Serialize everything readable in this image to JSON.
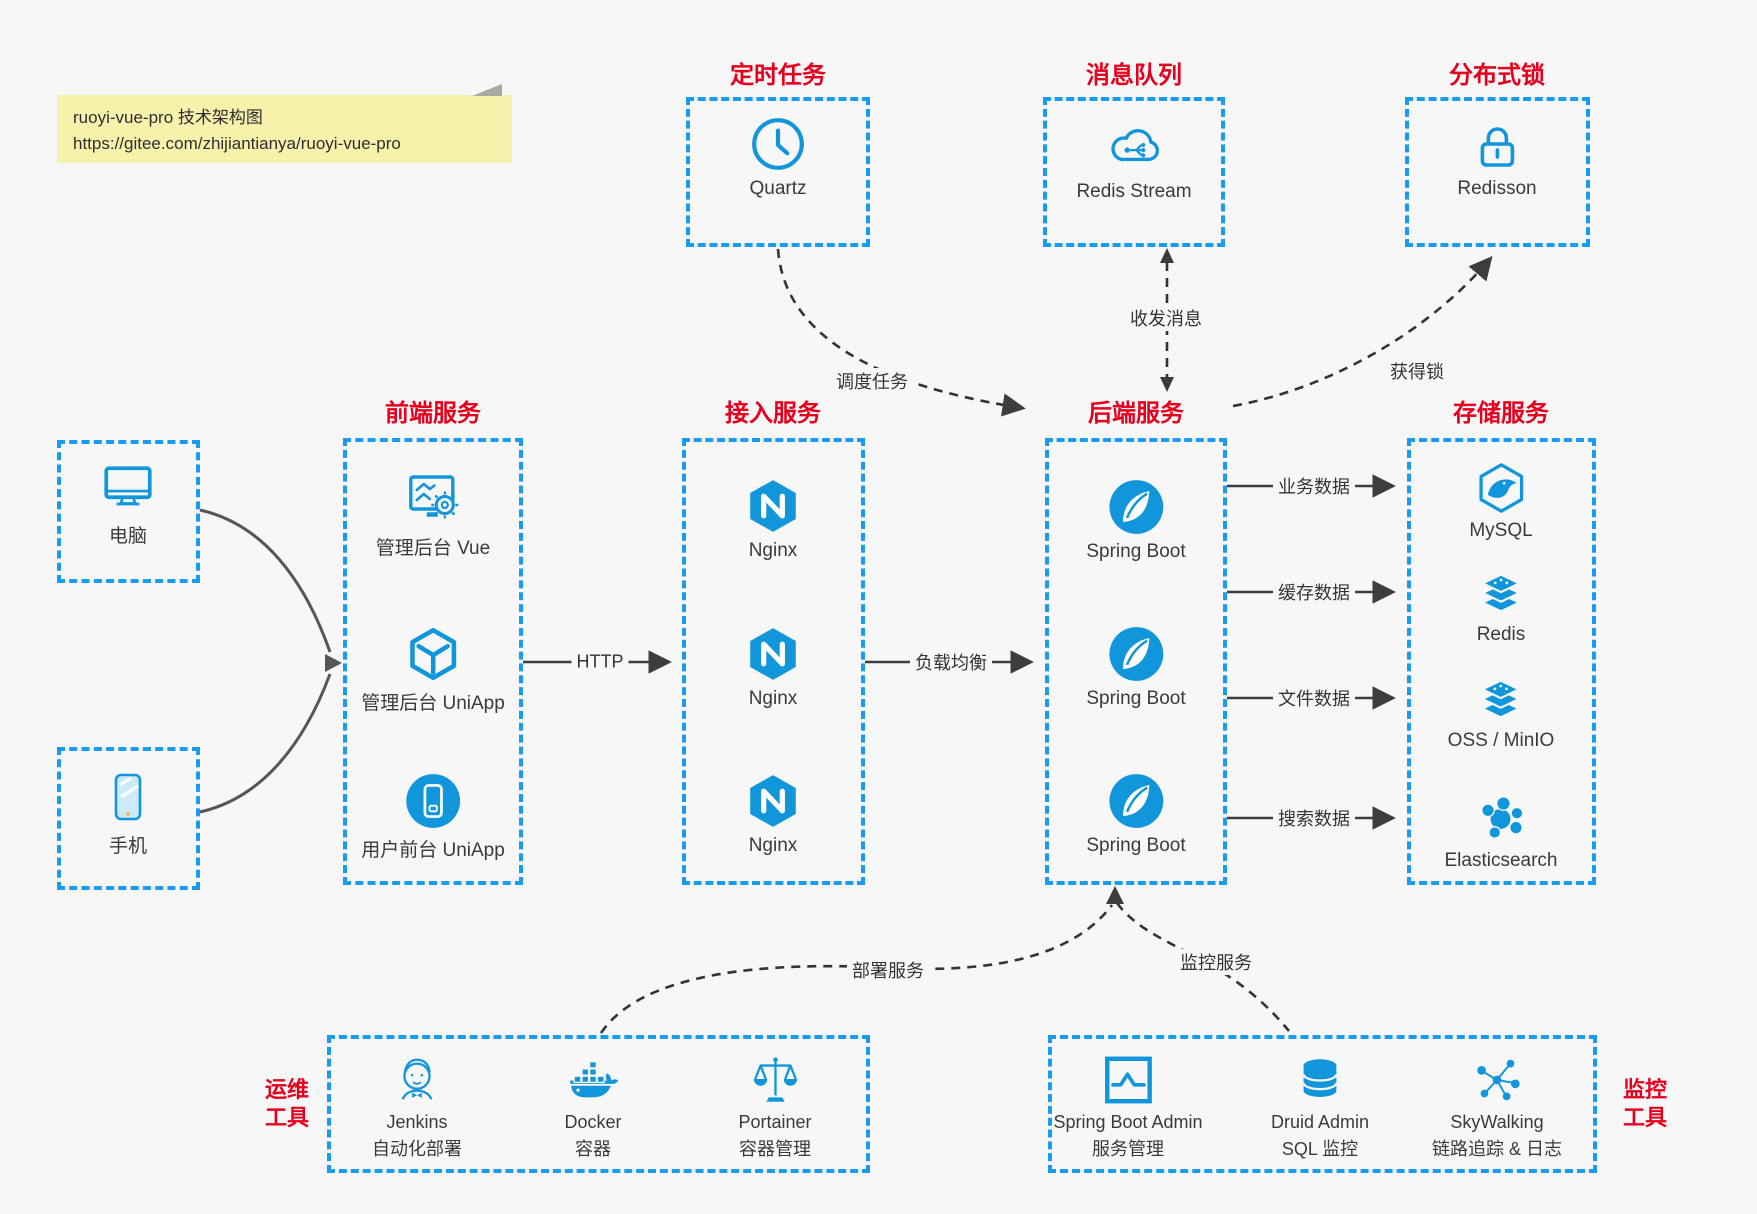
{
  "colors": {
    "box_border_blue": "#189bf2",
    "icon_blue": "#1296db",
    "title_red": "#e6001e",
    "background": "#f7f7f7",
    "note_yellow": "#f8f1ac",
    "arrow_dark": "#3d3d3d"
  },
  "note": {
    "line1": "ruoyi-vue-pro 技术架构图",
    "line2": "https://gitee.com/zhijiantianya/ruoyi-vue-pro"
  },
  "top": {
    "scheduler": {
      "title": "定时任务",
      "label": "Quartz"
    },
    "mq": {
      "title": "消息队列",
      "label": "Redis Stream"
    },
    "lock": {
      "title": "分布式锁",
      "label": "Redisson"
    }
  },
  "clients": {
    "pc": {
      "label": "电脑"
    },
    "mobile": {
      "label": "手机"
    }
  },
  "frontend": {
    "title": "前端服务",
    "items": [
      {
        "label": "管理后台 Vue"
      },
      {
        "label": "管理后台 UniApp"
      },
      {
        "label": "用户前台 UniApp"
      }
    ]
  },
  "gateway": {
    "title": "接入服务",
    "items": [
      {
        "label": "Nginx"
      },
      {
        "label": "Nginx"
      },
      {
        "label": "Nginx"
      }
    ]
  },
  "backend": {
    "title": "后端服务",
    "items": [
      {
        "label": "Spring Boot"
      },
      {
        "label": "Spring Boot"
      },
      {
        "label": "Spring Boot"
      }
    ]
  },
  "storage": {
    "title": "存储服务",
    "items": [
      {
        "label": "MySQL"
      },
      {
        "label": "Redis"
      },
      {
        "label": "OSS / MinIO"
      },
      {
        "label": "Elasticsearch"
      }
    ]
  },
  "edges": {
    "http": "HTTP",
    "load_balance": "负载均衡",
    "schedule": "调度任务",
    "message": "收发消息",
    "lock": "获得锁",
    "business": "业务数据",
    "cache": "缓存数据",
    "file": "文件数据",
    "search": "搜索数据",
    "deploy": "部署服务",
    "monitor": "监控服务"
  },
  "ops": {
    "title_line1": "运维",
    "title_line2": "工具",
    "items": [
      {
        "label": "Jenkins",
        "sub": "自动化部署"
      },
      {
        "label": "Docker",
        "sub": "容器"
      },
      {
        "label": "Portainer",
        "sub": "容器管理"
      }
    ]
  },
  "monitoring": {
    "title_line1": "监控",
    "title_line2": "工具",
    "items": [
      {
        "label": "Spring Boot Admin",
        "sub": "服务管理"
      },
      {
        "label": "Druid Admin",
        "sub": "SQL 监控"
      },
      {
        "label": "SkyWalking",
        "sub": "链路追踪 & 日志"
      }
    ]
  }
}
